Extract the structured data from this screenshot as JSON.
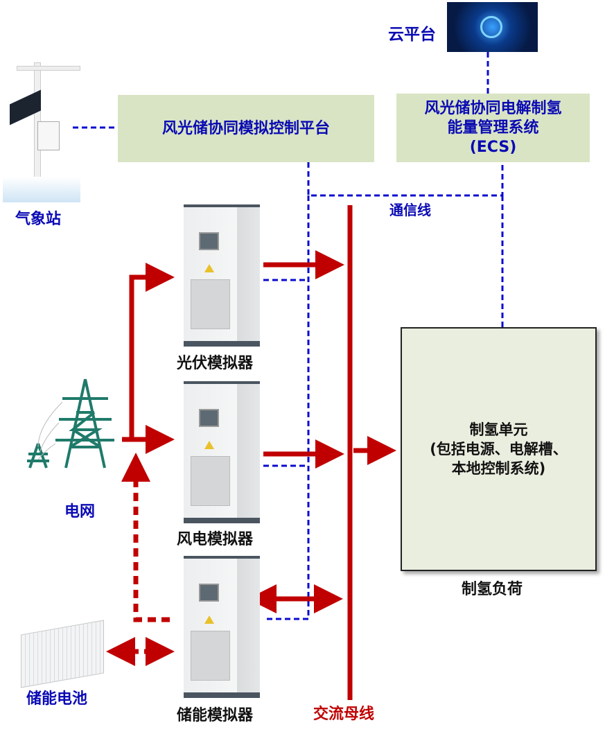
{
  "cloud": {
    "label": "云平台",
    "icon": "cloud-platform-image"
  },
  "weather_station": {
    "label": "气象站",
    "icon": "weather-station-image"
  },
  "sim_control_platform": {
    "label": "风光储协同模拟控制平台"
  },
  "ecs": {
    "lines": [
      "风光储协同电解制氢",
      "能量管理系统",
      "(ECS)"
    ]
  },
  "comm_line_label": "通信线",
  "simulators": [
    {
      "label": "光伏模拟器"
    },
    {
      "label": "风电模拟器"
    },
    {
      "label": "储能模拟器"
    }
  ],
  "grid": {
    "label": "电网",
    "icon": "power-tower-icon"
  },
  "battery": {
    "label": "储能电池",
    "icon": "battery-container-image"
  },
  "ac_bus": {
    "label": "交流母线"
  },
  "h2_unit": {
    "lines": [
      "制氢单元",
      "(包括电源、电解槽、",
      "本地控制系统)"
    ],
    "caption": "制氢负荷"
  },
  "colors": {
    "power_line": "#c00000",
    "comm_line": "#0a0ad0",
    "label_blue": "#0a0ab4",
    "box_green": "#d9e4c4"
  }
}
